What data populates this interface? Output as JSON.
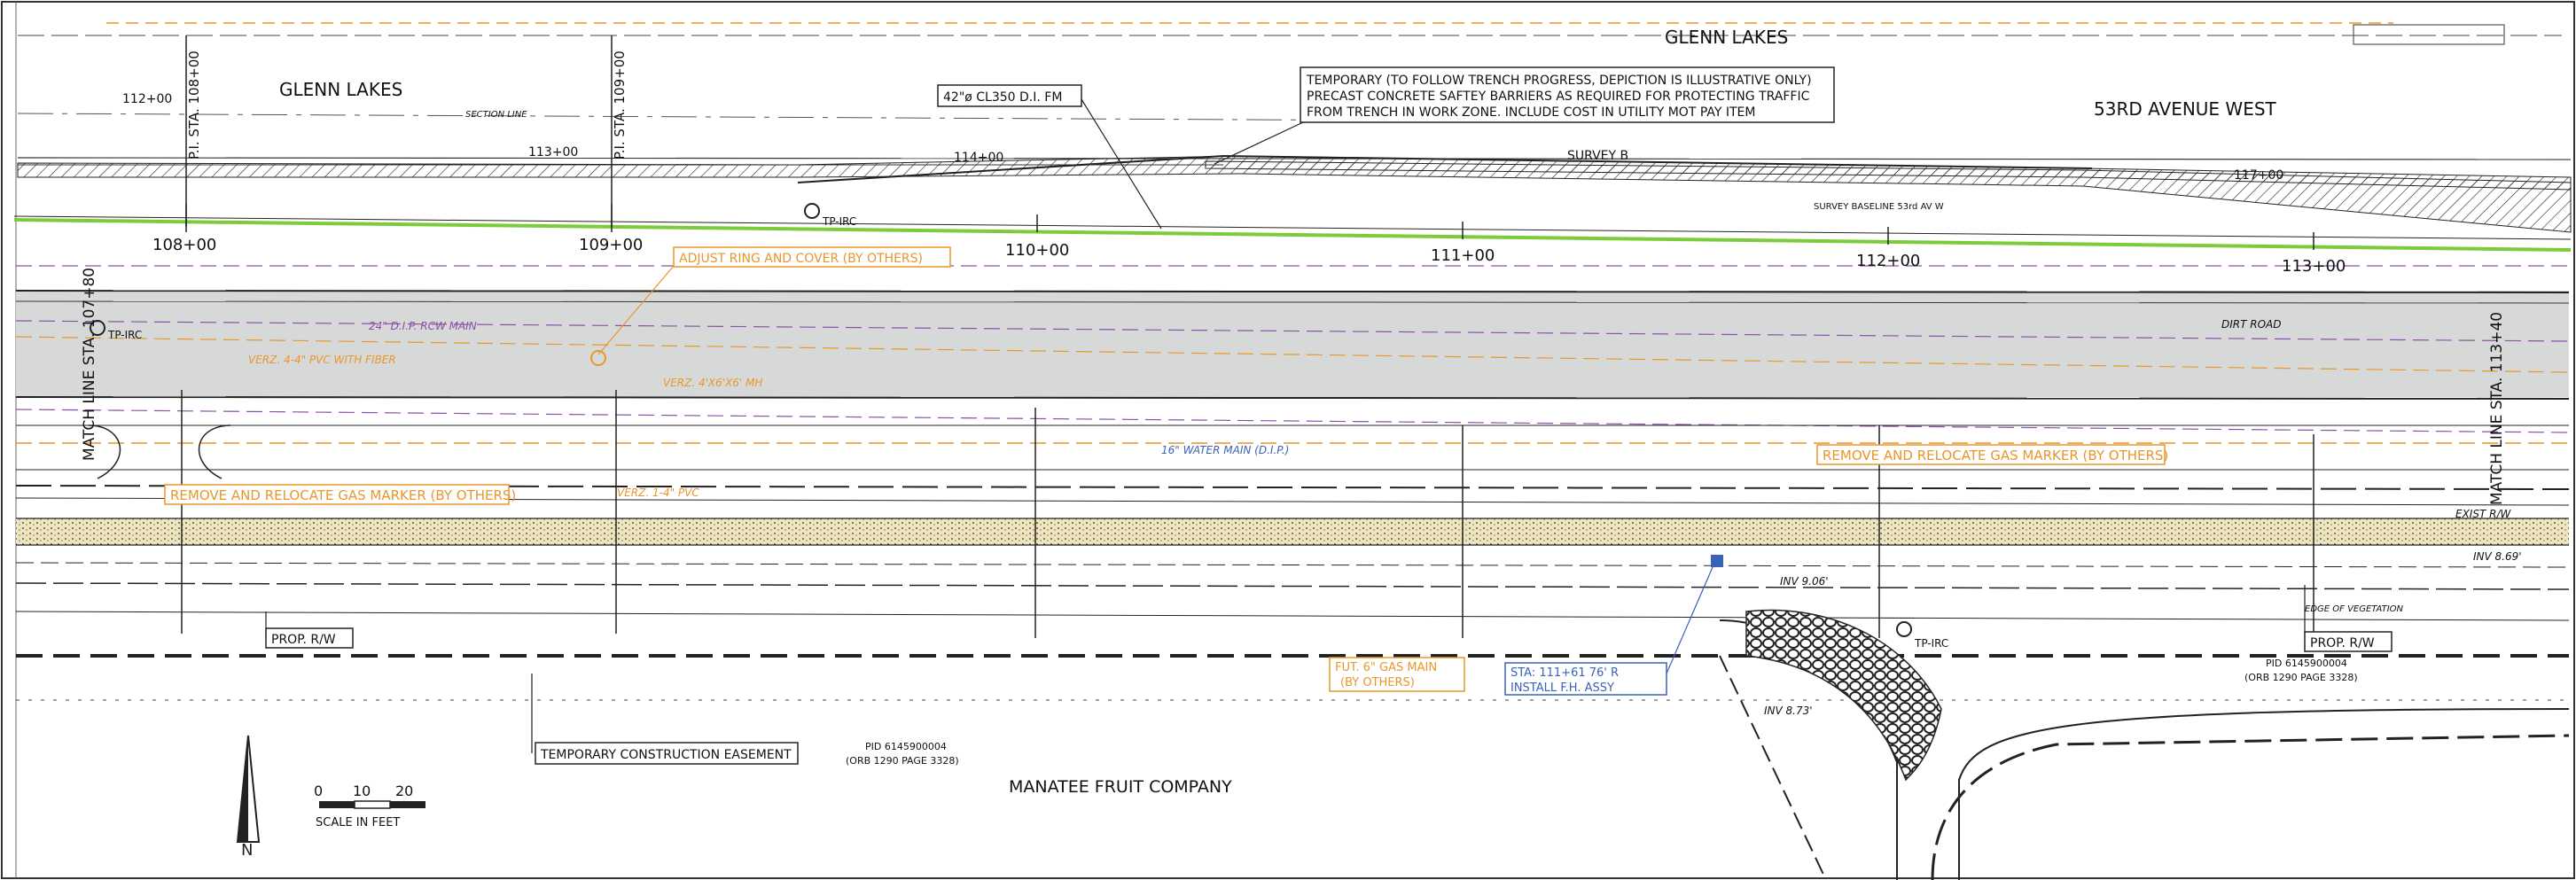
{
  "labels": {
    "glenn_lakes_left": "GLENN LAKES",
    "glenn_lakes_top": "GLENN LAKES",
    "avenue": "53RD AVENUE WEST",
    "pipe_callout": "42\"ø CL350 D.I. FM",
    "barrier_note": [
      "TEMPORARY (TO FOLLOW TRENCH PROGRESS, DEPICTION IS ILLUSTRATIVE ONLY)",
      "PRECAST CONCRETE SAFTEY BARRIERS AS REQUIRED FOR PROTECTING TRAFFIC",
      "FROM TRENCH IN WORK ZONE.  INCLUDE COST IN UTILITY  MOT PAY ITEM"
    ],
    "survey": "SURVEY B",
    "baseline": "SURVEY BASELINE 53rd AV W",
    "section_line": "SECTION LINE",
    "pi_sta_1": "P.I. STA. 108+00",
    "pi_sta_2": "P.I. STA. 109+00",
    "match_left": "MATCH LINE STA. 107+80",
    "match_right": "MATCH LINE STA. 113+40",
    "tp_irc": "TP-IRC",
    "adjust_ring": "ADJUST RING AND COVER  (BY OTHERS)",
    "remove_gas_left": "REMOVE AND RELOCATE GAS MARKER (BY OTHERS)",
    "remove_gas_right": "REMOVE AND RELOCATE GAS MARKER (BY OTHERS)",
    "dip_main": "24\" D.I.P. RCW  MAIN",
    "water_main": "16\" WATER MAIN (D.I.P.)",
    "verz_pvc_fiber": "VERZ. 4-4\" PVC WITH FIBER",
    "verz_mh": "VERZ. 4'X6'X6' MH",
    "verz_pvc": "VERZ. 1-4\" PVC",
    "dirt_road": "DIRT ROAD",
    "prop_rw_left": "PROP. R/W",
    "prop_rw_right": "PROP. R/W",
    "exist_rw": "EXIST R/W",
    "fut_gas": [
      "FUT. 6\" GAS MAIN",
      "(BY OTHERS)"
    ],
    "fh_assy": [
      "STA: 111+61  76' R",
      "INSTALL F.H. ASSY"
    ],
    "inv_906": "INV 9.06'",
    "inv_873": "INV 8.73'",
    "inv_869": "INV 8.69'",
    "edge_veg": "EDGE OF VEGETATION",
    "temp_easement": "TEMPORARY CONSTRUCTION EASEMENT",
    "pid_left": [
      "PID 6145900004",
      "(ORB 1290 PAGE 3328)"
    ],
    "pid_right": [
      "PID 6145900004",
      "(ORB 1290 PAGE 3328)"
    ],
    "manatee": "MANATEE FRUIT COMPANY",
    "scale_ticks": [
      "0",
      "10",
      "20"
    ],
    "scale_label": "SCALE IN FEET",
    "small_112": "112+00",
    "small_113": "113+00",
    "small_114": "114+00",
    "small_117": "117+00"
  },
  "stations": [
    "108+00",
    "109+00",
    "110+00",
    "111+00",
    "112+00",
    "113+00"
  ],
  "colors": {
    "baseline_green": "#7ccc3a",
    "utility_orange": "#e9962a",
    "utility_purple": "#8e4fa8",
    "shade": "#d7d9d9",
    "sand": "#e6d6a0",
    "highlight_blue": "#3a62b8"
  }
}
